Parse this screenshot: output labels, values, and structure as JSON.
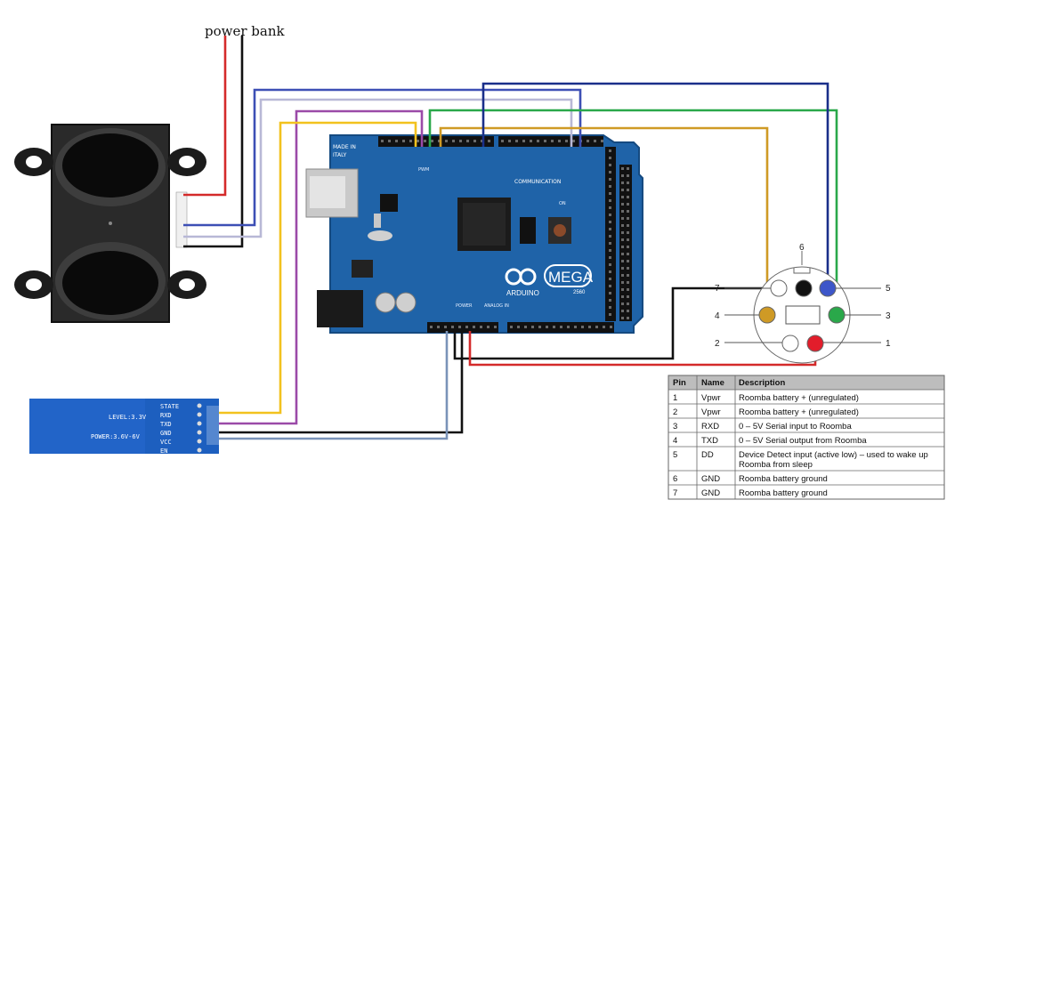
{
  "power_bank_label": "power bank",
  "arduino": {
    "made_in": "MADE IN",
    "italy": "ITALY",
    "communication": "COMMUNICATION",
    "brand": "ARDUINO",
    "model": "MEGA",
    "model_sub": "2560",
    "power": "POWER",
    "analog_in": "ANALOG IN",
    "on": "ON",
    "pwm": "PWM"
  },
  "bluetooth": {
    "pins": [
      "STATE",
      "RXD",
      "TXD",
      "GND",
      "VCC",
      "EN"
    ],
    "level": "LEVEL:3.3V",
    "power": "POWER:3.6V-6V"
  },
  "connector_pins": {
    "p1": "1",
    "p2": "2",
    "p3": "3",
    "p4": "4",
    "p5": "5",
    "p6": "6",
    "p7": "7"
  },
  "pin_table": {
    "headers": [
      "Pin",
      "Name",
      "Description"
    ],
    "rows": [
      [
        "1",
        "Vpwr",
        "Roomba battery + (unregulated)"
      ],
      [
        "2",
        "Vpwr",
        "Roomba battery + (unregulated)"
      ],
      [
        "3",
        "RXD",
        "0 – 5V Serial input to Roomba"
      ],
      [
        "4",
        "TXD",
        "0 – 5V Serial output from Roomba"
      ],
      [
        "5",
        "DD",
        "Device Detect input (active low) – used to wake up",
        "Roomba from sleep"
      ],
      [
        "6",
        "GND",
        "Roomba battery ground"
      ],
      [
        "7",
        "GND",
        "Roomba battery ground"
      ]
    ]
  },
  "colors": {
    "red": "#d42a2a",
    "black": "#111111",
    "blue": "#3d4fb5",
    "lightblue": "#7a93b8",
    "lavender": "#b8b8d6",
    "purple": "#9b4aa8",
    "yellow": "#f2c21e",
    "green": "#2aa84a",
    "gold": "#cf9a25",
    "navy": "#1a2f8a",
    "board": "#1f63a8"
  }
}
